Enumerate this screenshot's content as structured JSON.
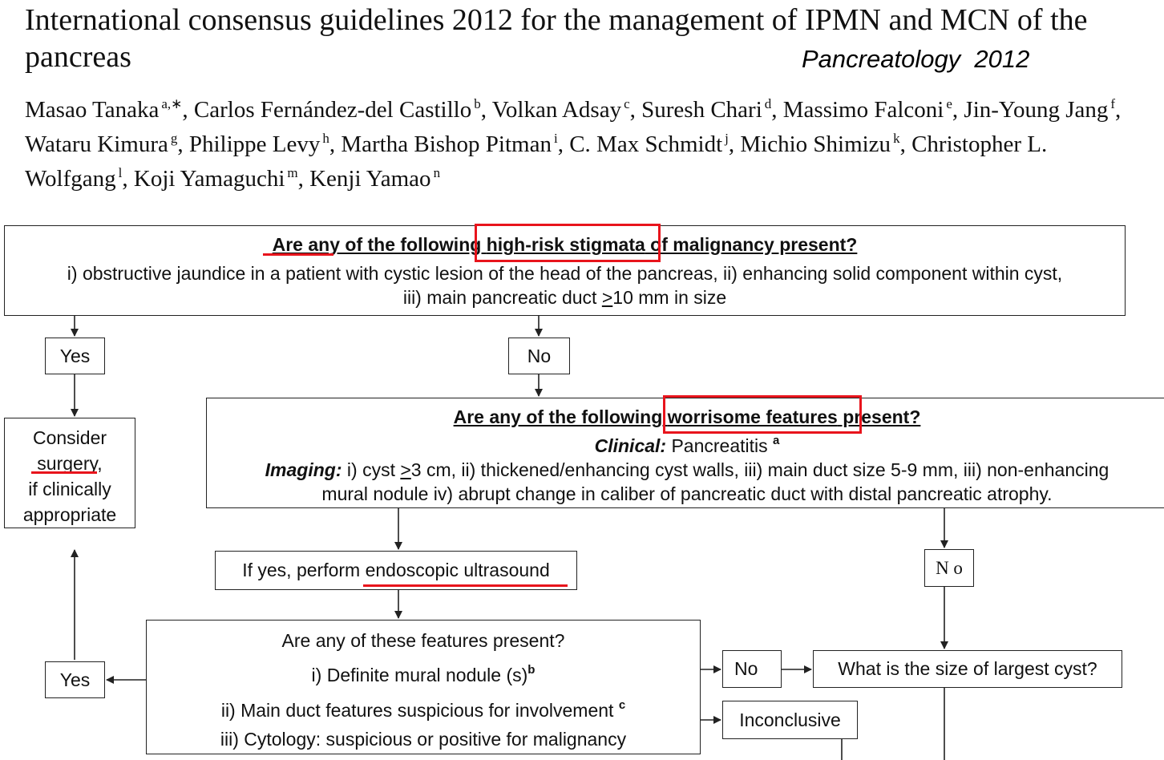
{
  "header": {
    "title": "International consensus guidelines 2012 for the management of IPMN and MCN of the pancreas",
    "journal": "Pancreatology",
    "year": "2012",
    "authors": [
      {
        "name": "Masao Tanaka",
        "sup": "a,∗"
      },
      {
        "name": "Carlos Fernández-del Castillo",
        "sup": "b"
      },
      {
        "name": "Volkan Adsay",
        "sup": "c"
      },
      {
        "name": "Suresh Chari",
        "sup": "d"
      },
      {
        "name": "Massimo Falconi",
        "sup": "e"
      },
      {
        "name": "Jin-Young Jang",
        "sup": "f"
      },
      {
        "name": "Wataru Kimura",
        "sup": "g"
      },
      {
        "name": "Philippe Levy",
        "sup": "h"
      },
      {
        "name": "Martha Bishop Pitman",
        "sup": "i"
      },
      {
        "name": "C. Max Schmidt",
        "sup": "j"
      },
      {
        "name": "Michio Shimizu",
        "sup": "k"
      },
      {
        "name": "Christopher L. Wolfgang",
        "sup": "l"
      },
      {
        "name": "Koji Yamaguchi",
        "sup": "m"
      },
      {
        "name": "Kenji Yamao",
        "sup": "n"
      }
    ]
  },
  "flow": {
    "high_risk": {
      "q_pre": "Are any of the following ",
      "q_key": "high-risk stigmata",
      "q_post": " of malignancy present?",
      "line1": "i) obstructive jaundice in a patient with cystic lesion of the head of the pancreas, ii) enhancing solid component within cyst,",
      "line2_pre": "iii) main pancreatic duct ",
      "line2_ge": ">",
      "line2_post": "10 mm in size"
    },
    "yes_1": "Yes",
    "no_1": "No",
    "surgery": {
      "l1": "Consider",
      "l2": "surgery",
      "l2b": ",",
      "l3": "if clinically",
      "l4": "appropriate"
    },
    "worrisome": {
      "q_pre": "Are any of the following ",
      "q_key": "worrisome features",
      "q_post": " present?",
      "clinical_label": "Clinical:",
      "clinical_text": " Pancreatitis ",
      "clinical_sup": "a",
      "imaging_label": "Imaging:",
      "imaging_pre": " i) cyst ",
      "imaging_ge": ">",
      "imaging_post": "3 cm, ii) thickened/enhancing cyst walls, iii) main duct size 5-9 mm, iii) non-enhancing",
      "line3": "mural nodule iv) abrupt change in caliber of pancreatic duct with distal pancreatic atrophy."
    },
    "eus": {
      "pre": "If yes, perform ",
      "key": "endoscopic ultrasound"
    },
    "no_2": "N o",
    "features": {
      "q": "Are any of these features present?",
      "i": "i) Definite mural nodule (s)",
      "i_sup": "b",
      "ii": "ii) Main duct features suspicious for involvement ",
      "ii_sup": "c",
      "iii": "iii) Cytology: suspicious or positive for malignancy"
    },
    "yes_2": "Yes",
    "no_3": "No",
    "inconclusive": "Inconclusive",
    "size": "What is the size of largest cyst?"
  },
  "colors": {
    "highlight": "#e8141c",
    "line": "#222222"
  }
}
